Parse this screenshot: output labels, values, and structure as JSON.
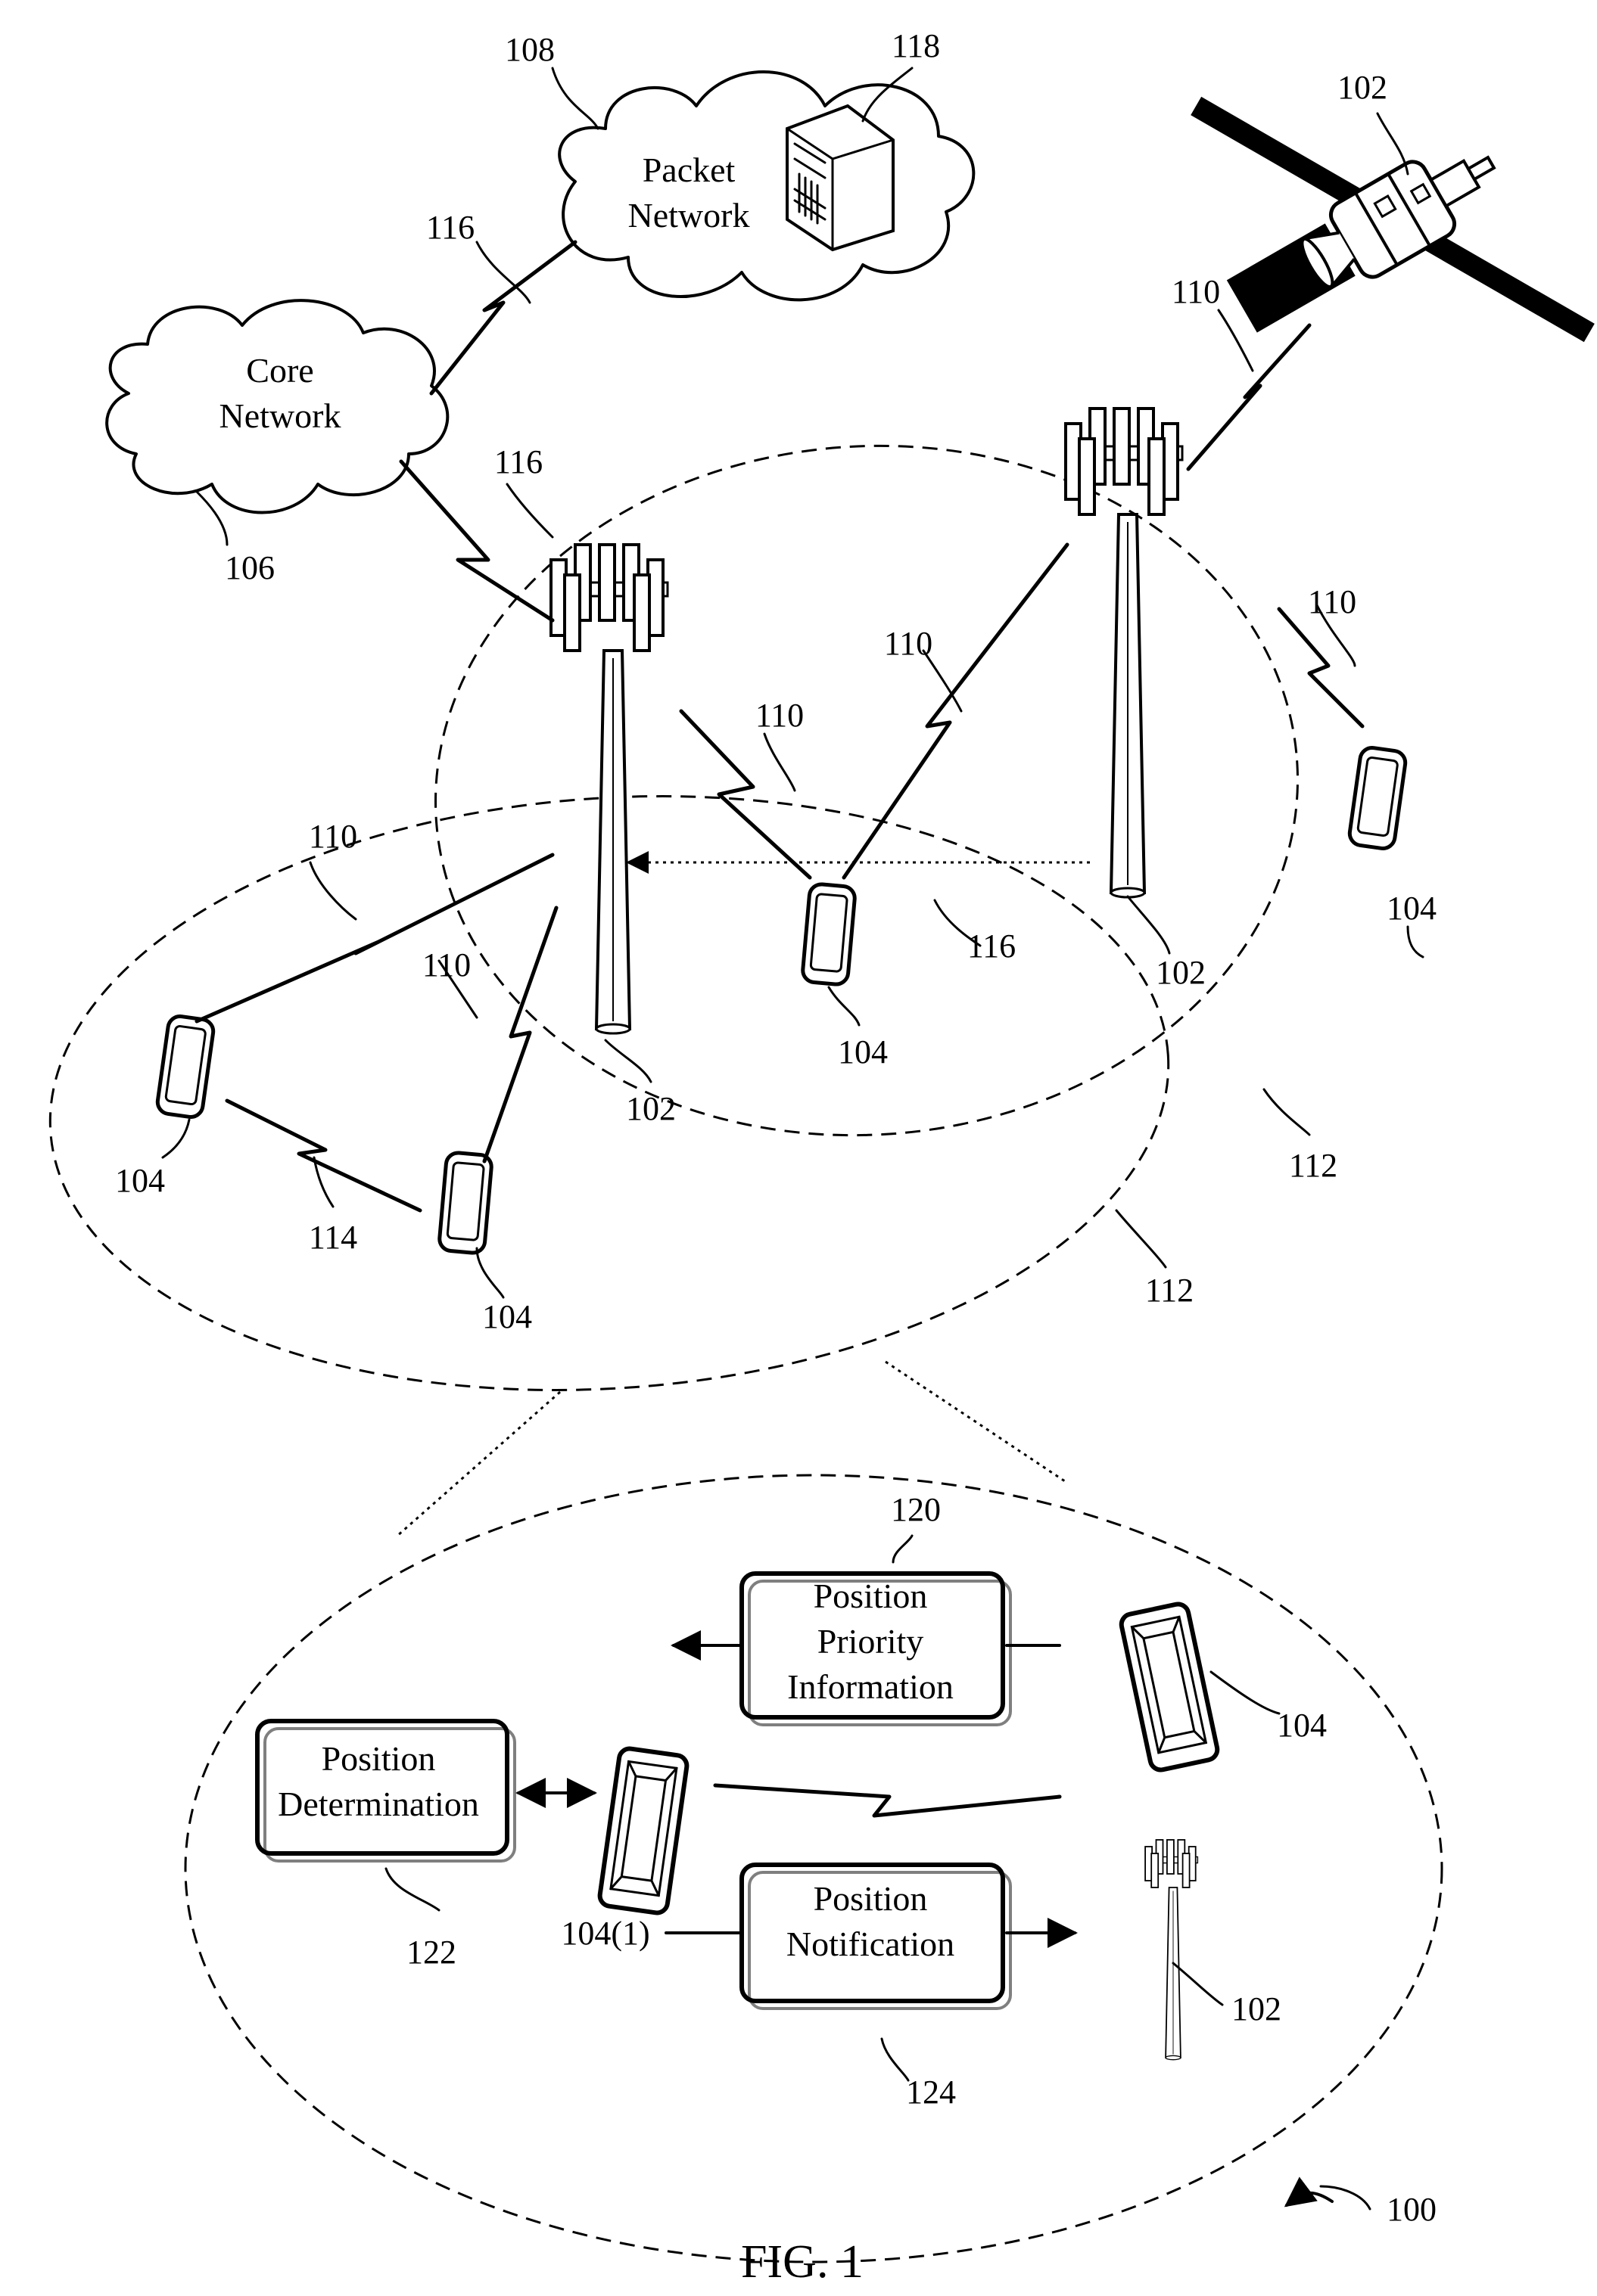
{
  "nodes": {
    "packet_network": "Packet\nNetwork",
    "core_network": "Core\nNetwork",
    "position_priority_information": "Position\nPriority\nInformation",
    "position_determination": "Position\nDetermination",
    "position_notification": "Position\nNotification"
  },
  "refs": {
    "r100": "100",
    "r102": "102",
    "r104": "104",
    "r104_1": "104(1)",
    "r106": "106",
    "r108": "108",
    "r110": "110",
    "r112": "112",
    "r114": "114",
    "r116": "116",
    "r118": "118",
    "r120": "120",
    "r122": "122",
    "r124": "124"
  },
  "caption": "FIG. 1"
}
